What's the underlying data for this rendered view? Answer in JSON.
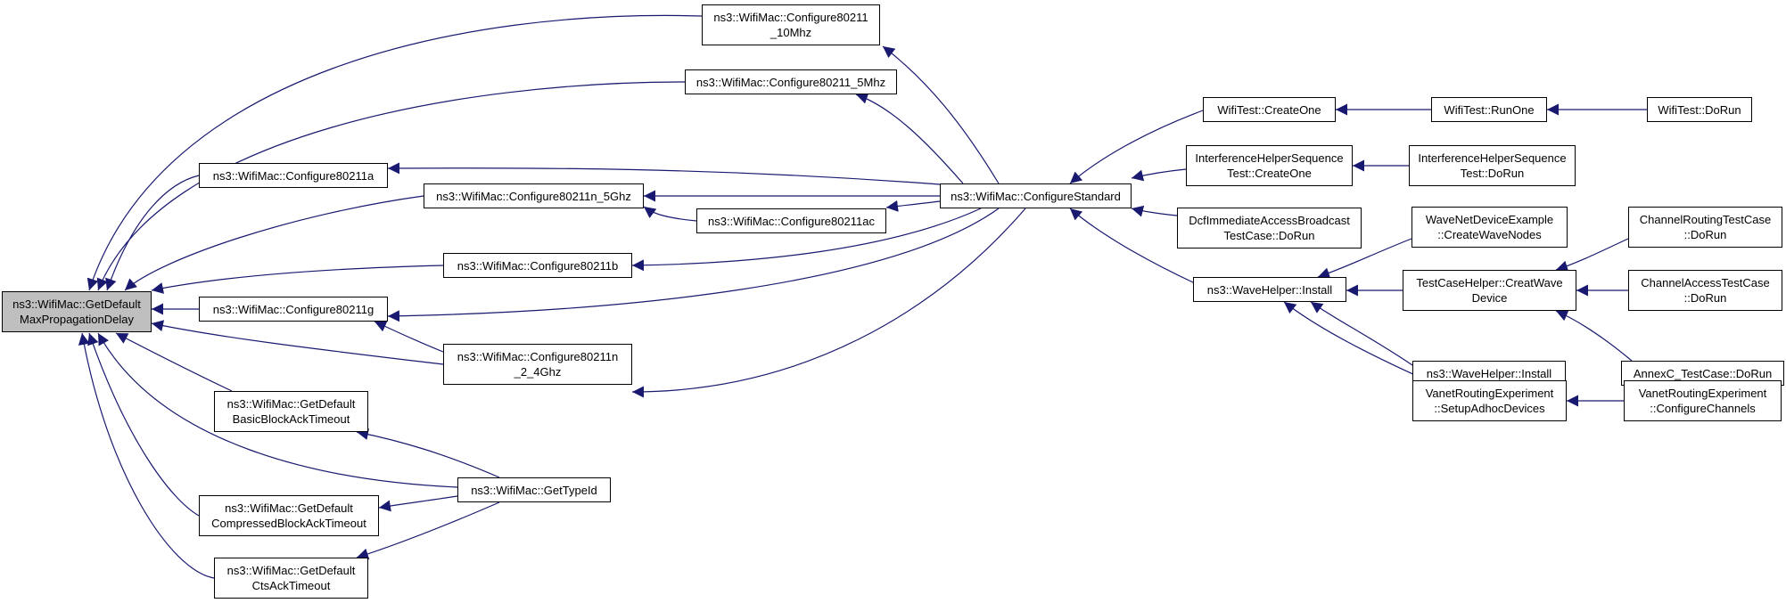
{
  "graph": {
    "edge_color": "#191970",
    "root_fill": "#bfbfbf",
    "nodes": [
      {
        "id": "root",
        "lines": [
          "ns3::WifiMac::GetDefault",
          "MaxPropagationDelay"
        ]
      },
      {
        "id": "cfg10mhz",
        "lines": [
          "ns3::WifiMac::Configure80211",
          "_10Mhz"
        ]
      },
      {
        "id": "cfg5mhz",
        "lines": [
          "ns3::WifiMac::Configure80211_5Mhz"
        ]
      },
      {
        "id": "cfga",
        "lines": [
          "ns3::WifiMac::Configure80211a"
        ]
      },
      {
        "id": "cfgn5",
        "lines": [
          "ns3::WifiMac::Configure80211n_5Ghz"
        ]
      },
      {
        "id": "cfgac",
        "lines": [
          "ns3::WifiMac::Configure80211ac"
        ]
      },
      {
        "id": "cfgb",
        "lines": [
          "ns3::WifiMac::Configure80211b"
        ]
      },
      {
        "id": "cfgg",
        "lines": [
          "ns3::WifiMac::Configure80211g"
        ]
      },
      {
        "id": "cfgn24",
        "lines": [
          "ns3::WifiMac::Configure80211n",
          "_2_4Ghz"
        ]
      },
      {
        "id": "basicack",
        "lines": [
          "ns3::WifiMac::GetDefault",
          "BasicBlockAckTimeout"
        ]
      },
      {
        "id": "gettypeid",
        "lines": [
          "ns3::WifiMac::GetTypeId"
        ]
      },
      {
        "id": "compack",
        "lines": [
          "ns3::WifiMac::GetDefault",
          "CompressedBlockAckTimeout"
        ]
      },
      {
        "id": "ctsack",
        "lines": [
          "ns3::WifiMac::GetDefault",
          "CtsAckTimeout"
        ]
      },
      {
        "id": "cfgstd",
        "lines": [
          "ns3::WifiMac::ConfigureStandard"
        ]
      },
      {
        "id": "wtcreate",
        "lines": [
          "WifiTest::CreateOne"
        ]
      },
      {
        "id": "wtrun",
        "lines": [
          "WifiTest::RunOne"
        ]
      },
      {
        "id": "wtdorun",
        "lines": [
          "WifiTest::DoRun"
        ]
      },
      {
        "id": "ihcreate",
        "lines": [
          "InterferenceHelperSequence",
          "Test::CreateOne"
        ]
      },
      {
        "id": "ihdorun",
        "lines": [
          "InterferenceHelperSequence",
          "Test::DoRun"
        ]
      },
      {
        "id": "dcfrun",
        "lines": [
          "DcfImmediateAccessBroadcast",
          "TestCase::DoRun"
        ]
      },
      {
        "id": "waveinstall",
        "lines": [
          "ns3::WaveHelper::Install"
        ]
      },
      {
        "id": "wavenodes",
        "lines": [
          "WaveNetDeviceExample",
          "::CreateWaveNodes"
        ]
      },
      {
        "id": "tchcreate",
        "lines": [
          "TestCaseHelper::CreatWave",
          "Device"
        ]
      },
      {
        "id": "waveinstall2",
        "lines": [
          "ns3::WaveHelper::Install"
        ]
      },
      {
        "id": "vanetsetup",
        "lines": [
          "VanetRoutingExperiment",
          "::SetupAdhocDevices"
        ]
      },
      {
        "id": "chroute",
        "lines": [
          "ChannelRoutingTestCase",
          "::DoRun"
        ]
      },
      {
        "id": "chaccess",
        "lines": [
          "ChannelAccessTestCase",
          "::DoRun"
        ]
      },
      {
        "id": "annexc",
        "lines": [
          "AnnexC_TestCase::DoRun"
        ]
      },
      {
        "id": "vanetcfg",
        "lines": [
          "VanetRoutingExperiment",
          "::ConfigureChannels"
        ]
      }
    ]
  }
}
